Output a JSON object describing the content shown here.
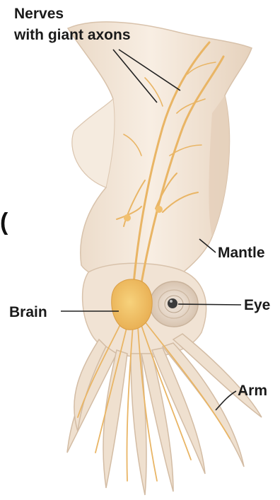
{
  "labels": {
    "nerves_line1": "Nerves",
    "nerves_line2": "with giant axons",
    "mantle": "Mantle",
    "eye": "Eye",
    "brain": "Brain",
    "arm": "Arm"
  },
  "edge_mark": "(",
  "colors": {
    "body_fill": "#f3e6d8",
    "body_shadow": "#e2cdb8",
    "nerve": "#e9b565",
    "brain": "#f2c466",
    "leader_line": "#222222"
  }
}
